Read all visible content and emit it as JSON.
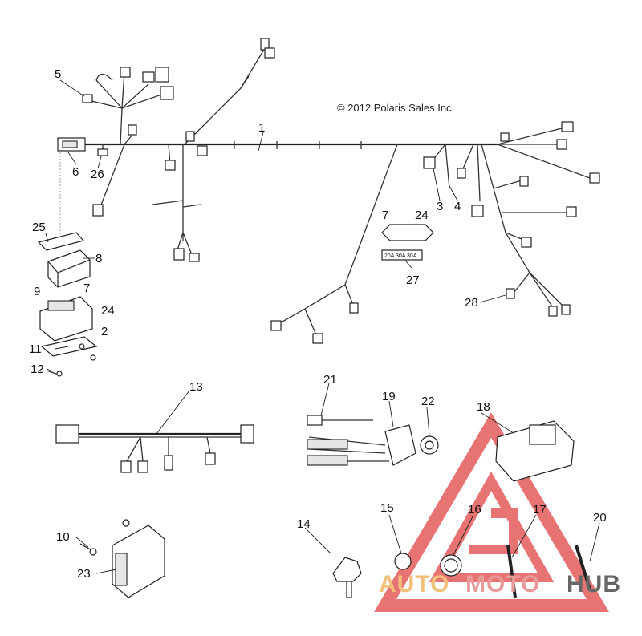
{
  "copyright": "© 2012 Polaris Sales Inc.",
  "callouts": [
    "1",
    "2",
    "3",
    "4",
    "5",
    "6",
    "7",
    "8",
    "9",
    "10",
    "11",
    "12",
    "13",
    "14",
    "15",
    "16",
    "17",
    "18",
    "19",
    "20",
    "21",
    "22",
    "23",
    "24",
    "25",
    "26",
    "27",
    "28"
  ],
  "callout_labels": {
    "c1": "1",
    "c2": "2",
    "c3": "3",
    "c4": "4",
    "c5": "5",
    "c6": "6",
    "c7a": "7",
    "c7b": "7",
    "c8": "8",
    "c9": "9",
    "c10": "10",
    "c11": "11",
    "c12": "12",
    "c13": "13",
    "c14": "14",
    "c15": "15",
    "c16": "16",
    "c17": "17",
    "c18": "18",
    "c19": "19",
    "c20": "20",
    "c21": "21",
    "c22": "22",
    "c23": "23",
    "c24a": "24",
    "c24b": "24",
    "c25": "25",
    "c26": "26",
    "c27": "27",
    "c28": "28"
  },
  "fuse_label": "20A 30A 30A",
  "watermark": {
    "auto": "AUTO",
    "moto": "MOTO",
    "hub": "HUB",
    "color_red": "#e45b5b",
    "color_orange": "#f2c078"
  }
}
